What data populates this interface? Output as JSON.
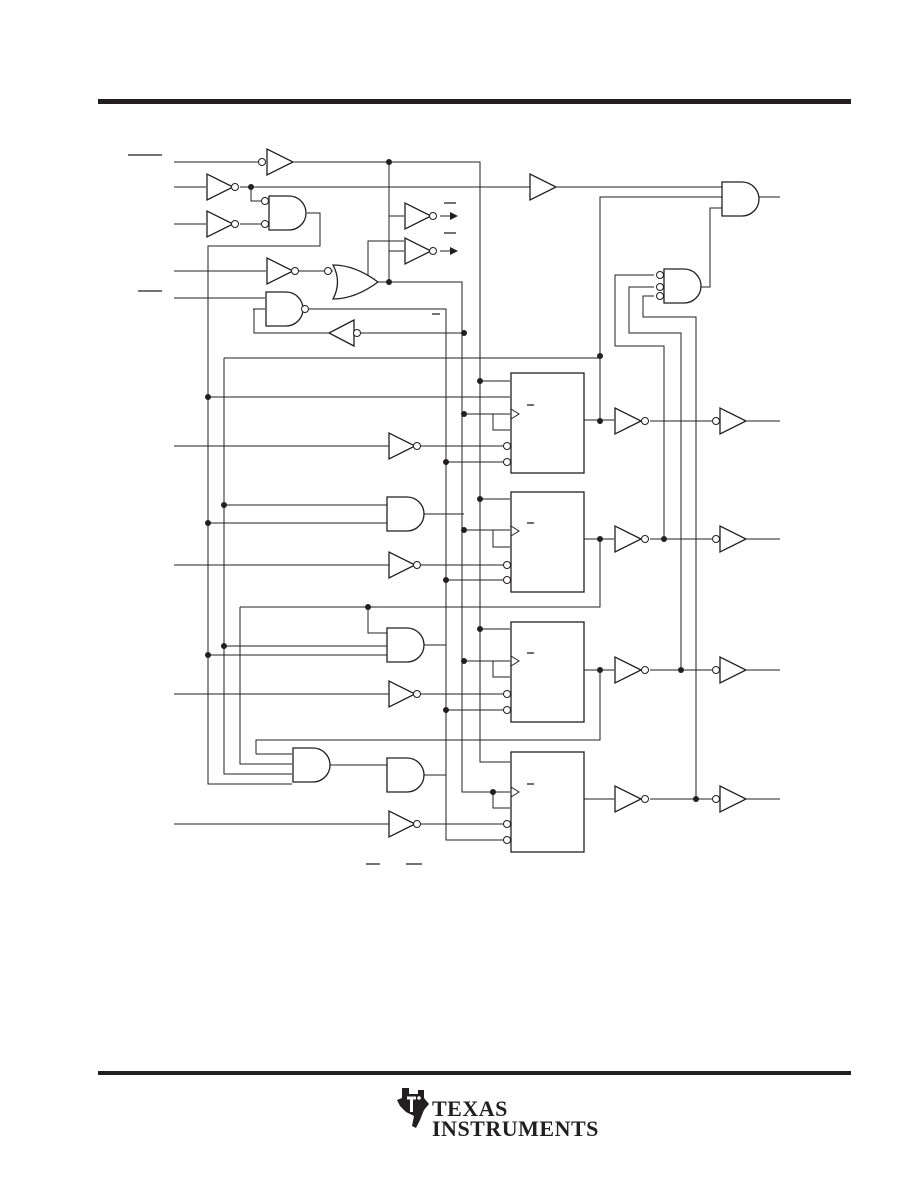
{
  "page": {
    "background": "#ffffff",
    "ink_color": "#231f20"
  },
  "diagram": {
    "kind": "logic-schematic",
    "text_labels": []
  },
  "footer": {
    "logo_icon": "texas-instruments-logo-icon",
    "logo_line1": "TEXAS",
    "logo_line2": "INSTRUMENTS"
  }
}
